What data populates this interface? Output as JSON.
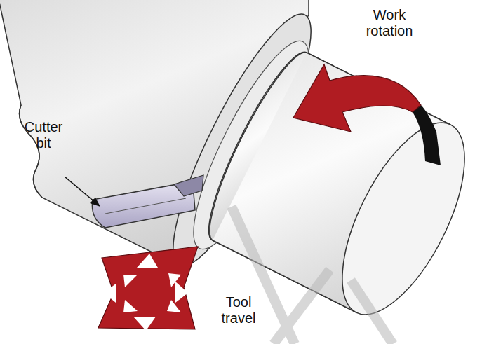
{
  "diagram": {
    "labels": [
      "Work rotation",
      "Cutter bit",
      "Tool travel"
    ]
  }
}
